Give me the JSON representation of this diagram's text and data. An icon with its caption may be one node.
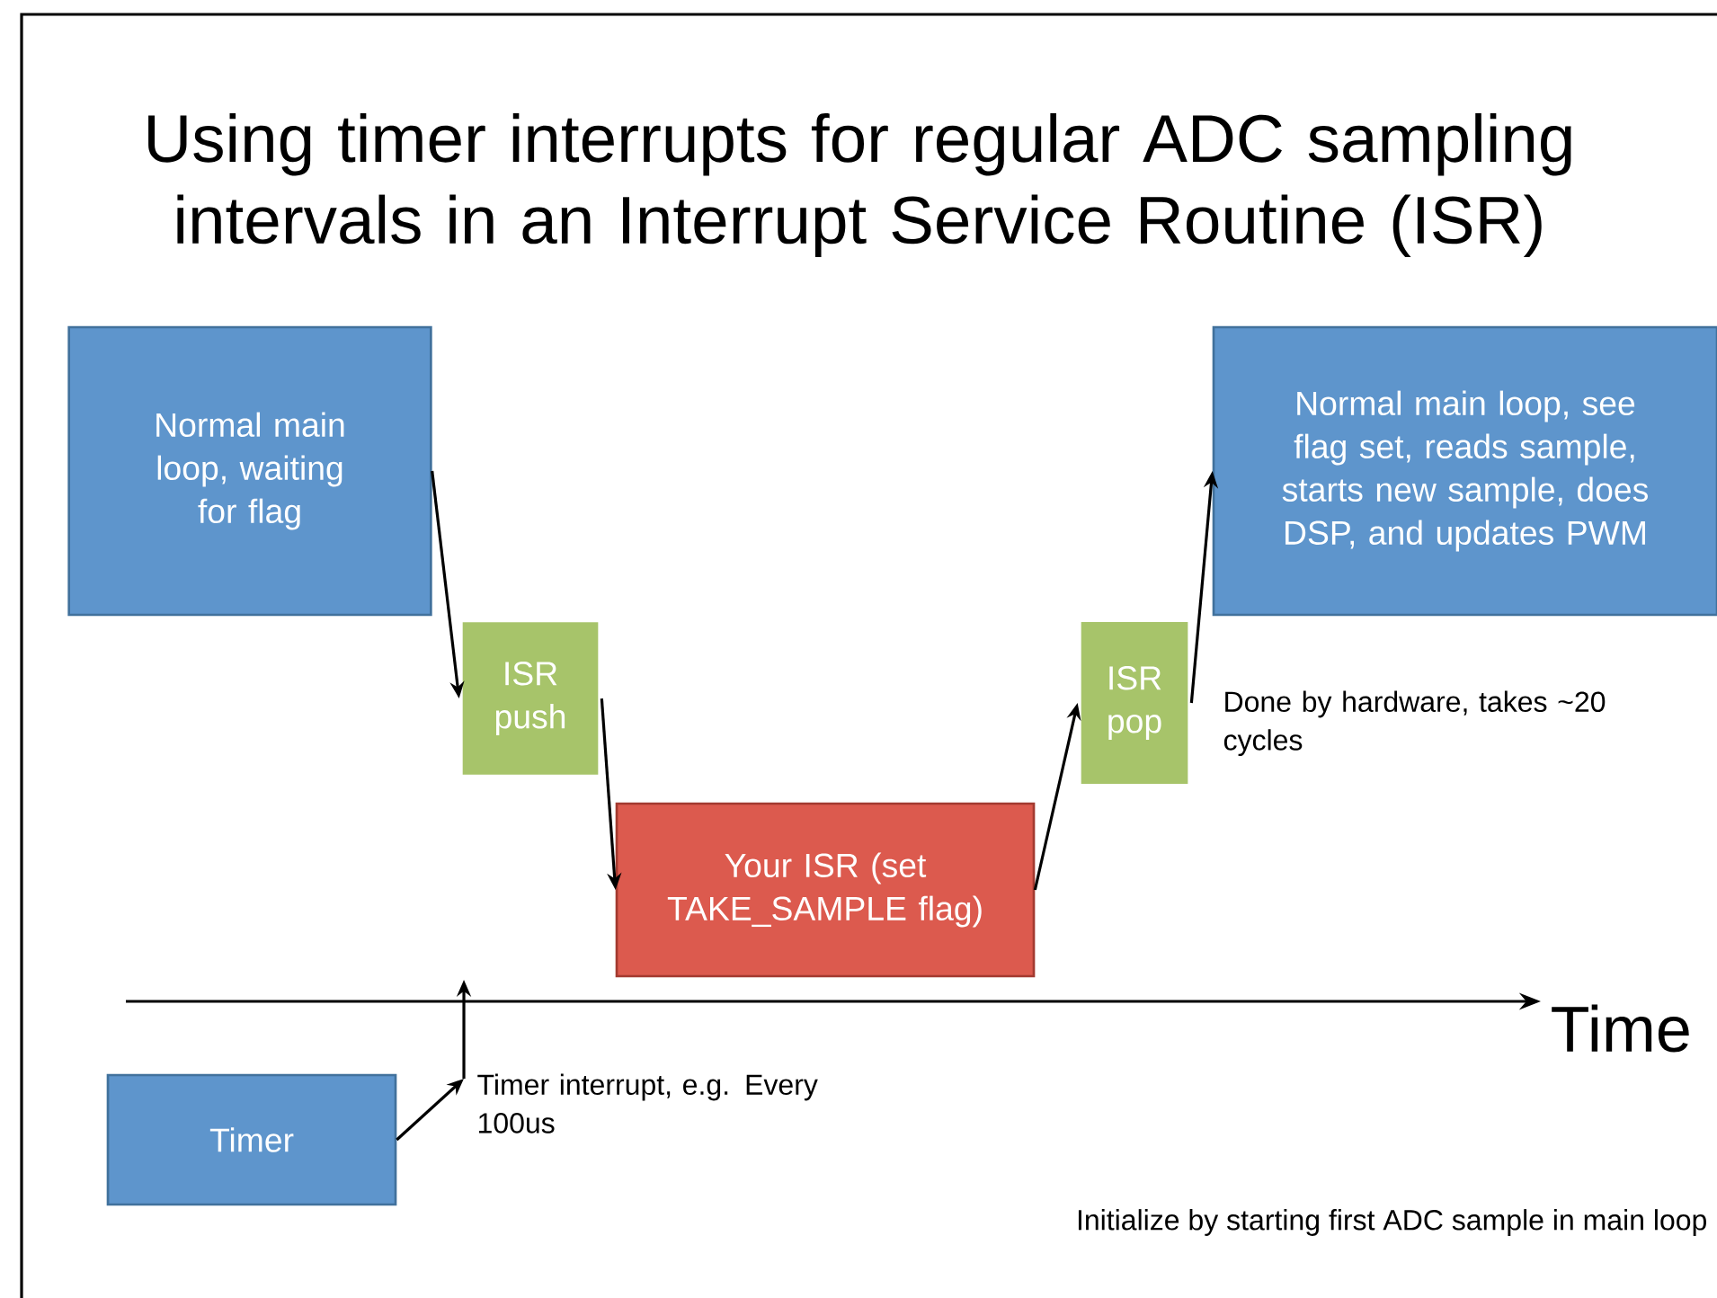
{
  "diagram": {
    "title": "Using timer interrupts for regular ADC sampling intervals in an Interrupt Service Routine (ISR)",
    "nodes": [
      {
        "text": [
          "Normal main loop, waiting for flag"
        ]
      },
      {
        "text": [
          "ISR push"
        ]
      },
      {
        "text": [
          "Your ISR (set TAKE_SAMPLE flag)"
        ]
      },
      {
        "text": [
          "ISR pop"
        ]
      },
      {
        "text": [
          "Normal main loop, see flag set, reads sample, starts new sample, does DSP, and updates PWM"
        ]
      },
      {
        "text": [
          "Timer"
        ]
      }
    ],
    "edges": [
      {
        "from": 0,
        "to": 1,
        "arrow": "to"
      },
      {
        "from": 1,
        "to": 2,
        "arrow": "to"
      },
      {
        "from": 2,
        "to": 3,
        "arrow": "to"
      },
      {
        "from": 3,
        "to": 4,
        "arrow": "to"
      },
      {
        "from": 5,
        "to": null,
        "arrow": "to"
      }
    ],
    "labels": [
      "Done by hardware, takes ~20 cycles",
      "Time",
      "Timer interrupt, e.g. Every 100us",
      "Initialize by starting first ADC sample in main loop"
    ]
  }
}
